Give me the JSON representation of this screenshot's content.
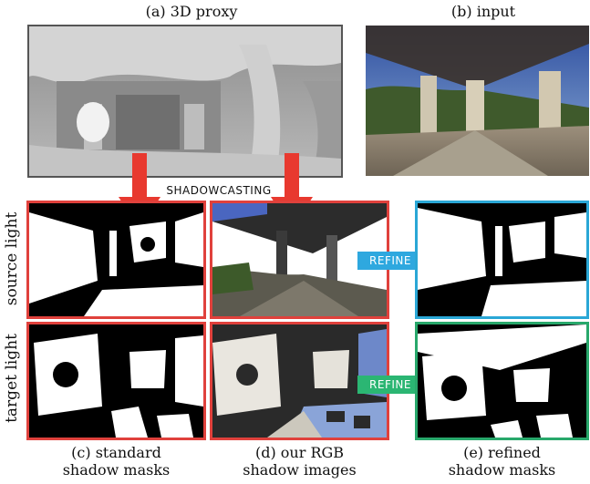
{
  "titles": {
    "proxy": "(a) 3D proxy",
    "input": "(b) input"
  },
  "shadowcasting_label": "SHADOWCASTING",
  "row_labels": {
    "source": "source light",
    "target": "target light"
  },
  "refine_label": "REFINE",
  "captions": {
    "standard_line1": "(c) standard",
    "standard_line2": "shadow masks",
    "rgb_line1": "(d) our RGB",
    "rgb_line2": "shadow images",
    "refined_line1": "(e) refined",
    "refined_line2": "shadow masks"
  },
  "colors": {
    "red_frame": "#e0413c",
    "blue_frame": "#2aa7d6",
    "green_frame": "#28a86b",
    "red_arrow": "#e8392f",
    "blue_arrow": "#2ea8df",
    "green_arrow": "#2bb673"
  }
}
